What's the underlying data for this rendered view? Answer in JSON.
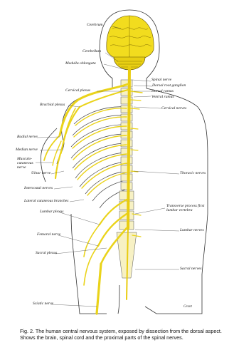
{
  "labels": {
    "cerebrum": "Cerebrum",
    "cerebellum": "Cerebellum",
    "medulla": "Medulla oblongata",
    "cervical_plexus": "Cervical plexus",
    "brachial_plexus": "Brachial plexus",
    "radial_nerve": "Radial nerve",
    "median_nerve": "Median nerve",
    "musculocutaneous": "Musculo-cutaneous nerve",
    "ulnar_nerve": "Ulnar nerve",
    "intercostal": "Intercostal nerves",
    "lateral_cutaneous": "Lateral cutaneous branches",
    "lumbar_plexus": "Lumbar plexus",
    "femoral_nerve": "Femoral nerve",
    "sacral_plexus": "Sacral plexus",
    "sciatic_nerve": "Sciatic nerve",
    "spinal_nerve": "Spinal nerve",
    "dorsal_root_ganglion": "Dorsal root ganglion",
    "dorsal_ramus": "Dorsal ramus",
    "ventral_ramus": "Ventral ramus",
    "cervical_nerves": "Cervical nerves",
    "thoracic_nerves": "Thoracic nerves",
    "transverse_process": "Transverse process first lumbar vertebra",
    "lumbar_nerves": "Lumbar nerves",
    "sacral_nerves": "Sacral nerves"
  },
  "caption": "Fig. 2. The human central nervous system, exposed by dissection from the dorsal aspect. Shows the brain, spinal cord and the proximal parts of the spinal nerves.",
  "signature": "Grant",
  "colors": {
    "nerve": "#f2dc1e",
    "nerve_dark": "#c9a800",
    "ink": "#222222",
    "page": "#ffffff"
  }
}
